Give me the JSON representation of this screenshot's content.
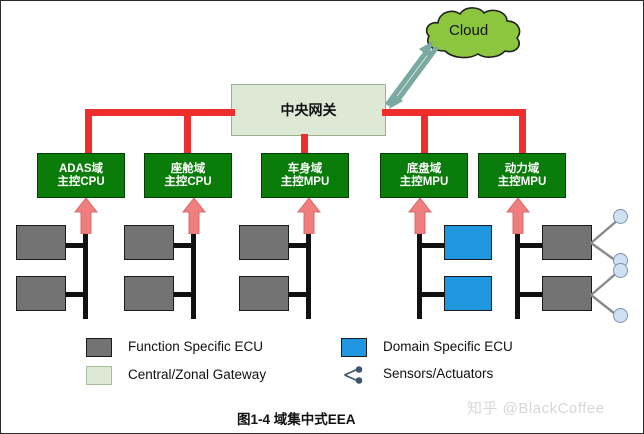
{
  "figure": {
    "caption": "图1-4 域集中式EEA",
    "watermark": "知乎 @BlackCoffee"
  },
  "cloud": {
    "label": "Cloud",
    "icon": "cloud-icon",
    "fill": "#8cc63f",
    "link_icon": "double-arrow-icon",
    "link_color": "#7aa9a0"
  },
  "gateway": {
    "label": "中央网关",
    "fill": "#dde9d5",
    "border": "#9bb08f"
  },
  "bus": {
    "backbone_color": "#ee2d2d",
    "local_color": "#111111",
    "arrow_color": "#ef7f7f"
  },
  "domains": [
    {
      "line1": "ADAS域",
      "line2": "主控CPU",
      "arrow_icon": "up-arrow-icon"
    },
    {
      "line1": "座舱域",
      "line2": "主控CPU",
      "arrow_icon": "up-arrow-icon"
    },
    {
      "line1": "车身域",
      "line2": "主控MPU",
      "arrow_icon": "up-arrow-icon"
    },
    {
      "line1": "底盘域",
      "line2": "主控MPU",
      "arrow_icon": "up-arrow-icon"
    },
    {
      "line1": "动力域",
      "line2": "主控MPU",
      "arrow_icon": "up-arrow-icon"
    }
  ],
  "columns": [
    {
      "domain": "ADAS域",
      "ecu_type": "function",
      "ecu_count": 2,
      "ecu_side": "left",
      "sensors_per_ecu": 0
    },
    {
      "domain": "座舱域",
      "ecu_type": "function",
      "ecu_count": 2,
      "ecu_side": "left",
      "sensors_per_ecu": 0
    },
    {
      "domain": "车身域",
      "ecu_type": "function",
      "ecu_count": 2,
      "ecu_side": "left",
      "sensors_per_ecu": 0
    },
    {
      "domain": "底盘域",
      "ecu_type": "domain",
      "ecu_count": 2,
      "ecu_side": "right",
      "sensors_per_ecu": 0
    },
    {
      "domain": "动力域",
      "ecu_type": "function",
      "ecu_count": 2,
      "ecu_side": "right",
      "sensors_per_ecu": 2
    }
  ],
  "legend": {
    "items": [
      {
        "label": "Function Specific ECU",
        "swatch": "gray-square",
        "color": "#737373"
      },
      {
        "label": "Central/Zonal Gateway",
        "swatch": "green-square",
        "color": "#dde9d5"
      },
      {
        "label": "Domain Specific ECU",
        "swatch": "blue-square",
        "color": "#2196e0"
      },
      {
        "label": "Sensors/Actuators",
        "swatch": "share-icon",
        "color": "#3d556e"
      }
    ]
  }
}
